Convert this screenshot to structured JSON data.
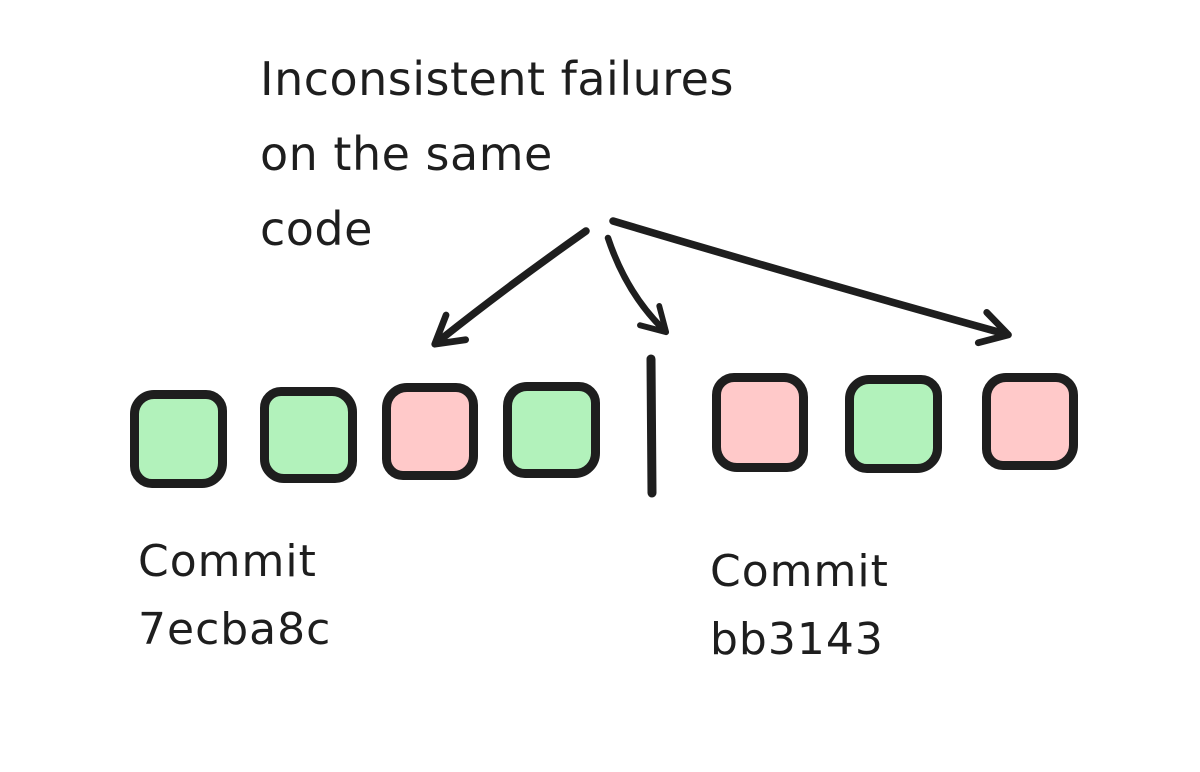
{
  "title": {
    "lines": [
      "Inconsistent failures",
      "on the same",
      "code"
    ]
  },
  "colors": {
    "ink": "#1e1e1e",
    "pass_fill": "#b2f2bb",
    "fail_fill": "#ffc9c9",
    "background": "#ffffff"
  },
  "commits": [
    {
      "label": "Commit",
      "hash": "7ecba8c",
      "results": [
        "pass",
        "pass",
        "fail",
        "pass"
      ]
    },
    {
      "label": "Commit",
      "hash": "bb3143",
      "results": [
        "fail",
        "pass",
        "fail"
      ]
    }
  ]
}
